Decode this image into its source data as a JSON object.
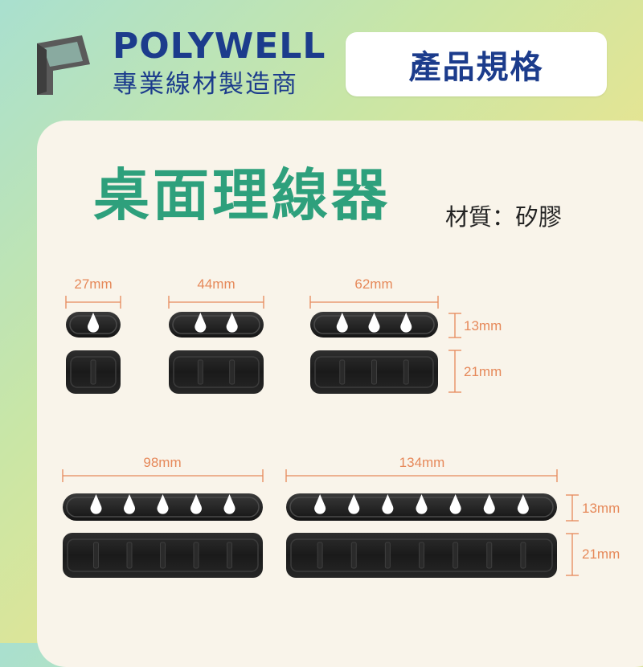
{
  "header": {
    "brand_name": "POLYWELL",
    "brand_subtitle": "專業線材製造商",
    "spec_label": "產品規格"
  },
  "product": {
    "title": "桌面理線器",
    "material": "材質：矽膠"
  },
  "dimensions": {
    "widths": [
      "27mm",
      "44mm",
      "62mm",
      "98mm",
      "134mm"
    ],
    "top_height": "13mm",
    "side_height": "21mm"
  },
  "colors": {
    "brand_blue": "#1c3c8c",
    "title_green": "#2ea07c",
    "dimension_orange": "#e6895a",
    "product_black": "#1f1f1f"
  }
}
